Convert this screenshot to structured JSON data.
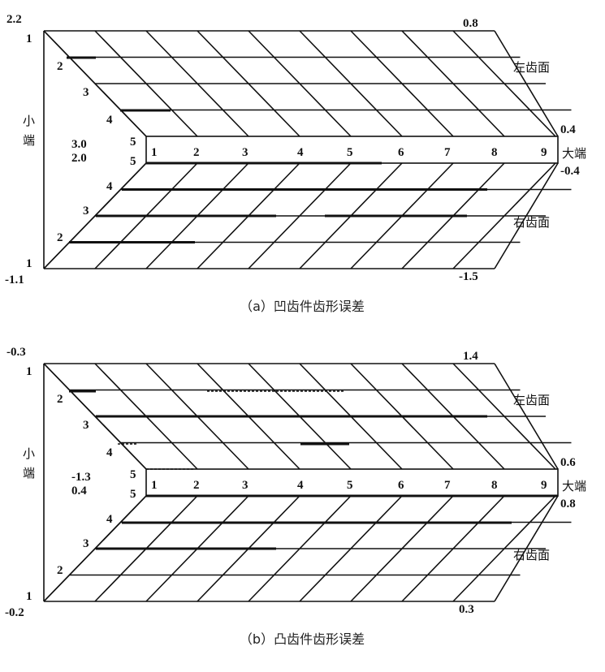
{
  "panel_a": {
    "tl_value": "2.2",
    "bl_value": "-1.1",
    "tr_value": "0.8",
    "br_value": "-1.5",
    "mid_upper_left": "3.0",
    "mid_lower_left": "2.0",
    "mid_upper_right": "0.4",
    "mid_lower_right": "-0.4",
    "face_upper": "左齿面",
    "face_lower": "右齿面",
    "small_end_1": "小",
    "small_end_2": "端",
    "large_end": "大端",
    "upper_rows": [
      "1",
      "2",
      "3",
      "4",
      "5"
    ],
    "lower_rows": [
      "5",
      "4",
      "3",
      "2",
      "1"
    ],
    "columns": [
      "1",
      "2",
      "3",
      "4",
      "5",
      "6",
      "7",
      "8",
      "9"
    ],
    "caption": "（a）凹齿件齿形误差"
  },
  "panel_b": {
    "tl_value": "-0.3",
    "bl_value": "-0.2",
    "tr_value": "1.4",
    "br_value": "0.3",
    "mid_upper_left": "-1.3",
    "mid_lower_left": "0.4",
    "mid_upper_right": "0.6",
    "mid_lower_right": "0.8",
    "face_upper": "左齿面",
    "face_lower": "右齿面",
    "small_end_1": "小",
    "small_end_2": "端",
    "large_end": "大端",
    "upper_rows": [
      "1",
      "2",
      "3",
      "4",
      "5"
    ],
    "lower_rows": [
      "5",
      "4",
      "3",
      "2",
      "1"
    ],
    "columns": [
      "1",
      "2",
      "3",
      "4",
      "5",
      "6",
      "7",
      "8",
      "9"
    ],
    "caption": "（b）凸齿件齿形误差"
  }
}
